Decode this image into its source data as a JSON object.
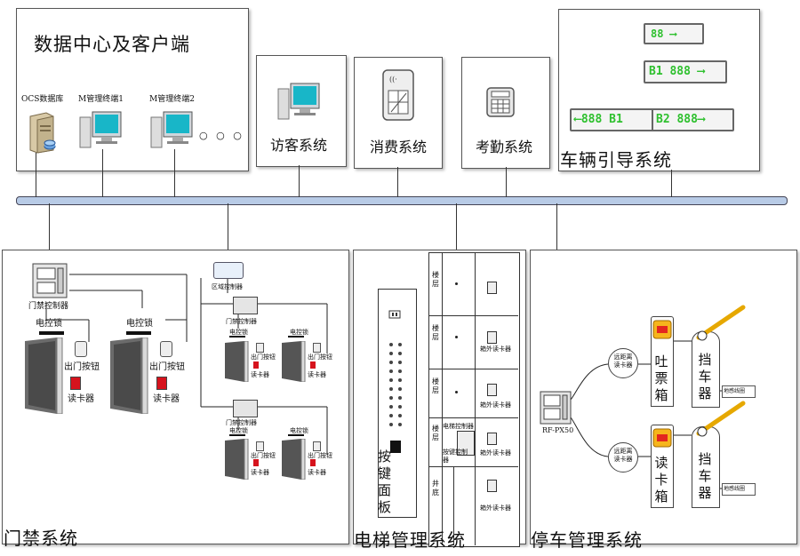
{
  "data_center": {
    "title": "数据中心及客户端",
    "ocs_db": "OCS数据库",
    "terminal1": "M管理终端1",
    "terminal2": "M管理终端2",
    "ellipsis": "○ ○ ○"
  },
  "visitor": {
    "label": "访客系统"
  },
  "consumption": {
    "label": "消费系统"
  },
  "attendance": {
    "label": "考勤系统"
  },
  "vehicle": {
    "title": "车辆引导系统",
    "sign1": "88 ⟶",
    "sign2": "B1 888 ⟶",
    "sign3_left": "⟵888 B1",
    "sign3_right": "B2 888⟶"
  },
  "access": {
    "title": "门禁系统",
    "controller": "门禁控制器",
    "elock1": "电控锁",
    "elock2": "电控锁",
    "exit_btn1": "出门按钮",
    "exit_btn2": "出门按钮",
    "reader1": "读卡器",
    "reader2": "读卡器",
    "area_ctrl": "区域控制器",
    "sub_ctrl1": "门禁控制器",
    "sub_ctrl2": "门禁控制器",
    "sub_lock": "电控锁",
    "sub_exit": "出门按钮",
    "sub_reader": "读卡器"
  },
  "elevator": {
    "title": "电梯管理系统",
    "button_panel": "按键面板",
    "floor": "楼层",
    "outside_reader": "箱外读卡器",
    "elevator_ctrl": "电梯控制器",
    "button_ctrl": "按键控制器",
    "shaft_bottom": "井底"
  },
  "parking": {
    "title": "停车管理系统",
    "controller": "RF-PX50",
    "long_range1": "远距离读卡器",
    "long_range2": "远距离读卡器",
    "ticket_box": "吐票箱",
    "reader_box": "读卡箱",
    "barrier1": "挡车器",
    "barrier2": "挡车器",
    "detector1": "地感线圈",
    "detector2": "地感线圈"
  }
}
